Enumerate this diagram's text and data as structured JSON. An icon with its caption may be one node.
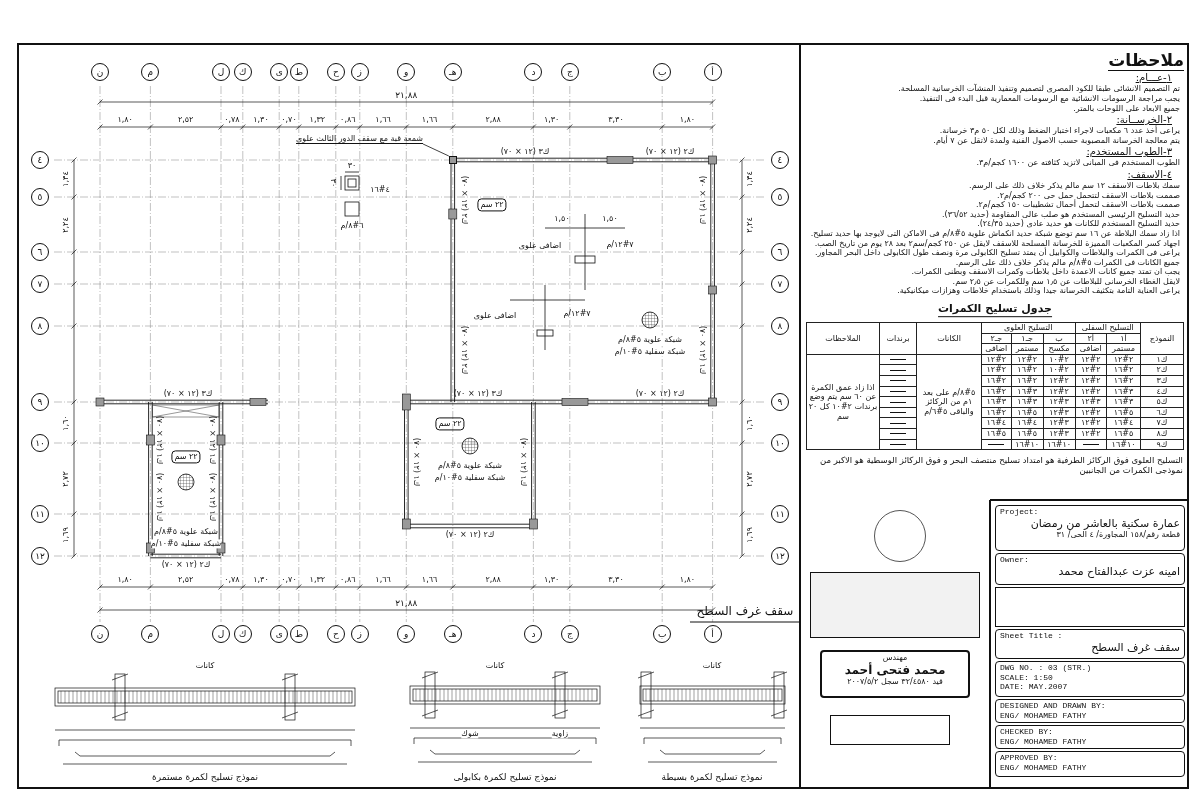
{
  "diagram": {
    "title": "سقف غرف السطح",
    "nodes": [
      {
        "text": [
          "ملاحظات",
          "١-عـــام:",
          "تم التصميم الانشائى طبقا للكود المصرى لتصميم وتنفيذ المنشآت الخرسانية المسلحة.",
          "يجب مراجعة الرسومات الانشائية مع الرسومات المعمارية قبل البدء فى التنفيذ.",
          "جميع الابعاد على اللوحات بالمتر.",
          "٢-الخرســانة:",
          "يراعى أخذ عدد ٦ مكعبات لاجراء اختبار الضغط وذلك لكل ٥٠ م٣ خرسانة.",
          "يتم معالجة الخرسانة المصبوبة حسب الاصول الفنية ولمدة لاتقل عن ٧ أيام.",
          "٣-الطوب المستخدم:",
          "الطوب المستخدم فى المبانى لاتزيد كثافته عن ١٦٠٠ كجم/م٣.",
          "٤-الاسقف:",
          "سمك بلاطات الاسقف ١٢ سم مالم يذكر خلاف ذلك على الرسم.",
          "صممت بلاطات الاسقف لتتحمل حمل حى ٢٠٠ كجم/م٢.",
          "صممت بلاطات الاسقف لتحمل أحمال تشطيبات ١٥٠ كجم/م٢.",
          "حديد التسليح الرئيسى المستخدم هو صلب عالى المقاومة (حديد ٣٦/٥٢).",
          "حديد التسليح المستخدم للكانات هو حديد عادى (حديد ٢٤/٣٥).",
          "اذا زاد سمك البلاطة عن ١٦ سم توضع شبكة حديد انكماش علوية ٥#٨/م فى الاماكن التى لايوجد بها حديد تسليح.",
          "اجهاد كسر المكعبات المميزة للخرسانة المسلحة للاسقف لايقل عن ٢٥٠ كجم/سم٢ بعد ٢٨ يوم من تاريخ الصب.",
          "يراعى فى الكمرات والبلاطات والكوابيل أن يمتد تسليح الكابولى مرة ونصف طول الكابولى داخل البحر المجاور.",
          "جميع الكانات فى الكمرات ٥#٨/م مالم يذكر خلاف ذلك على الرسم.",
          "يجب ان تمتد جميع كانات الاعمدة داخل بلاطات وكمرات الاسقف وبطنى الكمرات.",
          "لايقل الغطاء الخرسانى للبلاطات عن ١٫٥ سم وللكمرات عن ٢٫٥ سم.",
          "يراعى العناية التامة بتكثيف الخرسانة جيدا وذلك باستخدام خلاطات وهزازات ميكانيكية."
        ]
      },
      {
        "text": [
          "شمعة قبة مع سقف الدور الثالث علوى"
        ]
      },
      {
        "text": [],
        "shape": "box"
      },
      {
        "text": [
          "Project:",
          "عمارة سكنية بالعاشر من رمضان",
          "قطعة رقم/١٥٨ المجاورة/ ٤ الحى/ ٣١"
        ]
      },
      {
        "text": [
          "Owner:",
          "امينه عزت عبدالفتاح محمد"
        ]
      },
      {
        "text": [],
        "shape": "box"
      },
      {
        "text": [
          "Sheet Title :",
          "سقف غرف السطح"
        ]
      },
      {
        "text": [
          "DWG NO. : 03 (STR.)",
          "SCALE: 1:50",
          "DATE: MAY.2007"
        ]
      },
      {
        "text": [
          "DESIGNED AND DRAWN BY:",
          "ENG/ MOHAMED FATHY"
        ]
      },
      {
        "text": [
          "CHECKED BY:",
          "ENG/ MOHAMED FATHY"
        ]
      },
      {
        "text": [
          "APPROVED BY:",
          "ENG/ MOHAMED FATHY"
        ]
      },
      {
        "text": [
          "مهندس",
          "محمد فتحى أحمد",
          "قيد ٣٢/٤٥٨٠ سجل ٢٠٠٧/٥/٢"
        ]
      },
      {
        "text": [],
        "shape": "circle"
      },
      {
        "text": [],
        "shape": "box"
      },
      {
        "text": [],
        "shape": "box"
      }
    ],
    "edges": [
      {
        "from": 1,
        "to": 2,
        "arrow": "none"
      }
    ],
    "labels": [
      "ن",
      "م",
      "ل",
      "ك",
      "ى",
      "ط",
      "ح",
      "ز",
      "و",
      "هـ",
      "د",
      "ج",
      "ب",
      "أ",
      "٢١,٨٨",
      "١,٨٠",
      "٢,٥٢",
      "٠,٧٨",
      "١,٣٠",
      "٠,٧٠",
      "١,٣٢",
      "٠,٨٦",
      "١,٦٦",
      "١,٦٦",
      "٢,٨٨",
      "١,٣٠",
      "٣,٣٠",
      "١,٨٠",
      "٤",
      "٥",
      "٦",
      "٧",
      "٨",
      "٩",
      "١٠",
      "١١",
      "١٢",
      "١,٣٤",
      "٢,٢٤",
      "١,٦٠",
      "٢,٧٢",
      "١,٦٩",
      "٤",
      "٥",
      "٦",
      "٧",
      "٨",
      "٩",
      "١٠",
      "١١",
      "١٢",
      "١,٣٤",
      "٢,٢٤",
      "١,٦٠",
      "٢,٧٢",
      "١,٦٩",
      "١,٨٠",
      "٢,٥٢",
      "٠,٧٨",
      "١,٣٠",
      "٠,٧٠",
      "١,٣٢",
      "٠,٨٦",
      "١,٦٦",
      "١,٦٦",
      "٢,٨٨",
      "١,٣٠",
      "٣,٣٠",
      "١,٨٠",
      "٢١,٨٨",
      "ن",
      "م",
      "ل",
      "ك",
      "ى",
      "ط",
      "ح",
      "ز",
      "و",
      "هـ",
      "د",
      "ج",
      "ب",
      "أ",
      "ك٣ (١٢ × ٧٠)",
      "ك٢ (١٢ × ٧٠)",
      "ك٢ (١٢ × ٧٠)",
      "ك٢ (١٢ × ٧٠)",
      "ك١ (١٢ × ٧٠)",
      "ك١ (١٢ × ٧٠)",
      "٢٢ سم",
      "اضافى علوى",
      "٧#١٢/م",
      "١,٥٠",
      "١,٥٠",
      "اضافى علوى",
      "٧#١٢/م",
      "شبكة علوية ٥#٨/م",
      "شبكة سفلية ٥#١٠/م",
      "ك٣ (١٢ × ٧٠)",
      "ك٢ (١٢ × ٧٠)",
      "ك٣ (١٢ × ٧٠)",
      "ك١ (١٢ × ٧٠)",
      "ك١ (١٢ × ٧٠)",
      "ك١ (١٢ × ٧٠)",
      "ك١ (١٢ × ٧٠)",
      "٢٢ سم",
      "شبكة علوية ٥#٨/م",
      "شبكة سفلية ٥#١٠/م",
      "ك٢ (١٢ × ٧٠)",
      "ك١ (١٢ × ٧٠)",
      "٢٢ سم",
      "شبكة علوية ٥#٨/م",
      "شبكة سفلية ٥#١٠/م",
      "ك١ (١٢ × ٧٠)",
      "ك٢ (١٢ × ٧٠)",
      "٣٠",
      "٣٠",
      "٤#١٦",
      "٦#٨/م",
      "جدول تسليح الكمرات",
      "النموذج",
      "التسليح السفلى",
      "التسليح العلوى",
      "الكانات",
      "برندات",
      "الملاحظات",
      "أ١",
      "أ٢",
      "ب",
      "جـ١",
      "جـ٢",
      "مستمر",
      "اضافى",
      "مكسح",
      "مستمر",
      "اضافى",
      "ك١",
      "٢#١٢",
      "٢#١٢",
      "٢#١٠",
      "٢#١٢",
      "٢#١٢",
      "٥#٨/م على بعد ١م من الركائز والباقى ٥#٦/م",
      "اذا زاد عمق الكمرة عن ٦٠ سم يتم وضع برندات ٢#١٠ كل ٢٠ سم",
      "ك٢",
      "٢#١٦",
      "٢#١٢",
      "٢#١٠",
      "٢#١٦",
      "٢#١٢",
      "ك٣",
      "٢#١٦",
      "٢#١٢",
      "٢#١٢",
      "٢#١٦",
      "٢#١٦",
      "ك٤",
      "٣#١٦",
      "٢#١٢",
      "٢#١٢",
      "٣#١٦",
      "٢#١٦",
      "ك٥",
      "٣#١٦",
      "٣#١٢",
      "٣#١٢",
      "٣#١٦",
      "٣#١٦",
      "ك٦",
      "٥#١٦",
      "٢#١٢",
      "٣#١٢",
      "٥#١٦",
      "٢#١٦",
      "ك٧",
      "٤#١٦",
      "٢#١٢",
      "٣#١٢",
      "٤#١٦",
      "٤#١٦",
      "ك٨",
      "٥#١٦",
      "٢#١٢",
      "٣#١٢",
      "٥#١٦",
      "٥#١٦",
      "ك٩",
      "١٠#١٦",
      "١٠#١٦",
      "١٠#١٦",
      "التسليح العلوى فوق الركائز الطرفية هو امتداد تسليح منتصف البحر و فوق الركائز الوسطية هو الاكبر من نموذجى الكمرات من الجانبين",
      "كانات",
      "كانات",
      "كانات",
      "شوك",
      "زاوية",
      "نموذج تسليح لكمرة مستمرة",
      "نموذج تسليح لكمرة بكابولى",
      "نموذج تسليح لكمرة بسيطة"
    ]
  }
}
